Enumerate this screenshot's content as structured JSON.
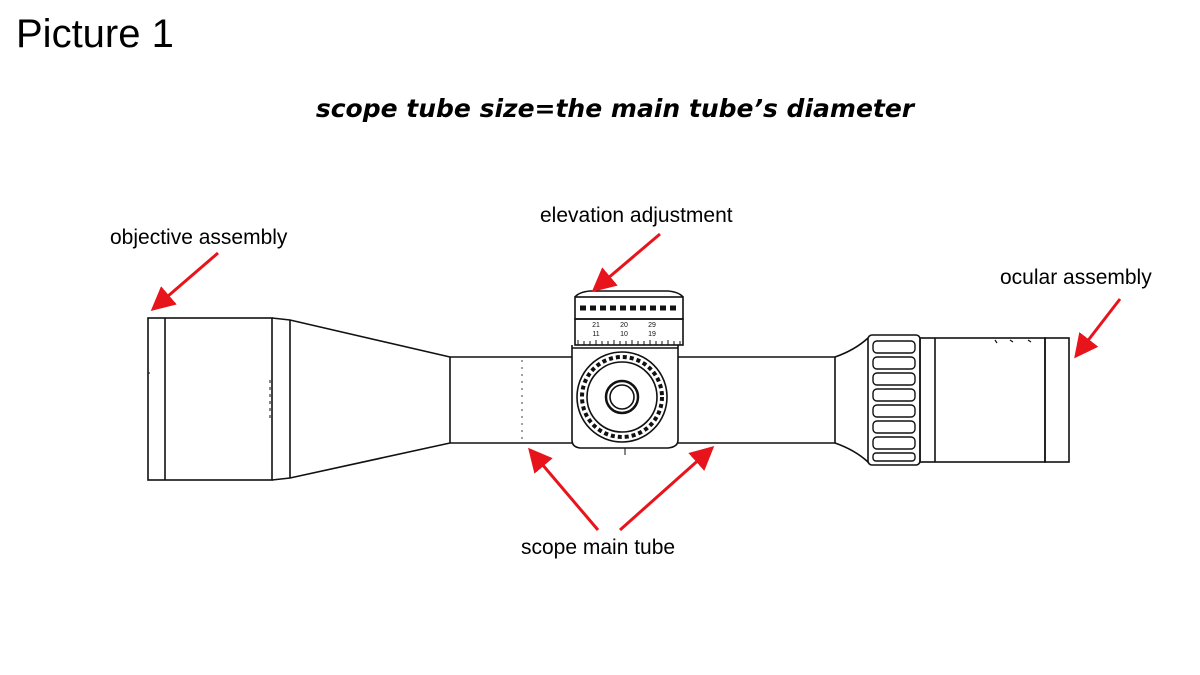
{
  "header": {
    "picture_label": "Picture 1",
    "subtitle": "scope tube size=the main tube’s diameter"
  },
  "callouts": {
    "objective": "objective assembly",
    "elevation": "elevation adjustment",
    "ocular": "ocular assembly",
    "main_tube": "scope main tube"
  },
  "turret_scale": {
    "top_numbers": [
      "21",
      "20",
      "29"
    ],
    "bottom_numbers": [
      "11",
      "10",
      "19"
    ]
  },
  "colors": {
    "arrow": "#e8141b",
    "line": "#111111",
    "background": "#ffffff"
  }
}
